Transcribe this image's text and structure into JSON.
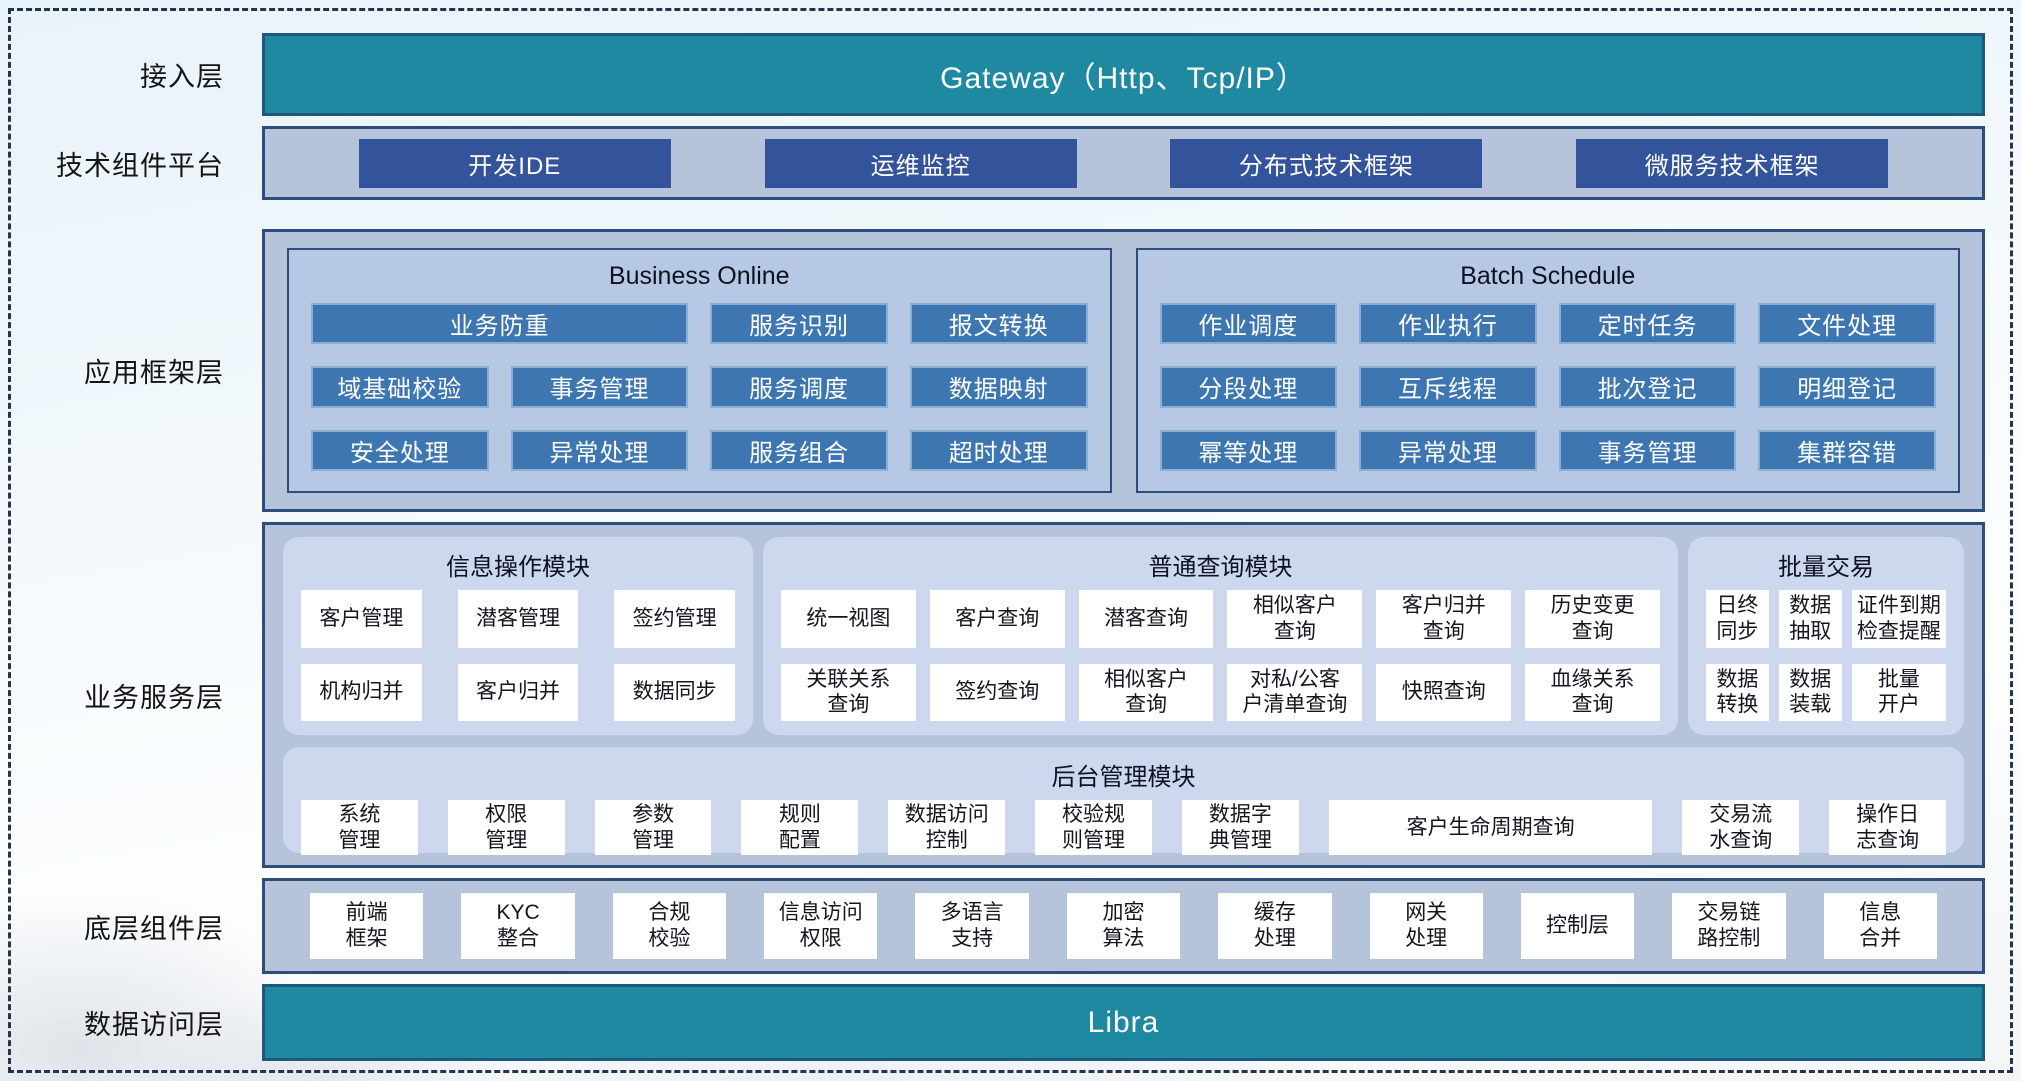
{
  "access_layer": {
    "label": "接入层",
    "gateway_text": "Gateway（Http、Tcp/IP）"
  },
  "tech_platform": {
    "label": "技术组件平台",
    "buttons": [
      "开发IDE",
      "运维监控",
      "分布式技术框架",
      "微服务技术框架"
    ]
  },
  "app_framework": {
    "label": "应用框架层",
    "sections": [
      {
        "title": "Business Online",
        "buttons": [
          {
            "text": "业务防重",
            "span": 2
          },
          {
            "text": "服务识别"
          },
          {
            "text": "报文转换"
          },
          {
            "text": "域基础校验"
          },
          {
            "text": "事务管理"
          },
          {
            "text": "服务调度"
          },
          {
            "text": "数据映射"
          },
          {
            "text": "安全处理"
          },
          {
            "text": "异常处理"
          },
          {
            "text": "服务组合"
          },
          {
            "text": "超时处理"
          }
        ]
      },
      {
        "title": "Batch Schedule",
        "buttons": [
          {
            "text": "作业调度"
          },
          {
            "text": "作业执行"
          },
          {
            "text": "定时任务"
          },
          {
            "text": "文件处理"
          },
          {
            "text": "分段处理"
          },
          {
            "text": "互斥线程"
          },
          {
            "text": "批次登记"
          },
          {
            "text": "明细登记"
          },
          {
            "text": "幂等处理"
          },
          {
            "text": "异常处理"
          },
          {
            "text": "事务管理"
          },
          {
            "text": "集群容错"
          }
        ]
      }
    ]
  },
  "business_service": {
    "label": "业务服务层",
    "modules": [
      {
        "title": "信息操作模块",
        "cells": [
          "客户管理",
          "潜客管理",
          "签约管理",
          "机构归并",
          "客户归并",
          "数据同步"
        ]
      },
      {
        "title": "普通查询模块",
        "cells": [
          "统一视图",
          "客户查询",
          "潜客查询",
          "相似客户\n查询",
          "客户归并\n查询",
          "历史变更\n查询",
          "关联关系\n查询",
          "签约查询",
          "相似客户\n查询",
          "对私/公客\n户清单查询",
          "快照查询",
          "血缘关系\n查询"
        ]
      },
      {
        "title": "批量交易",
        "cells": [
          "日终\n同步",
          "数据\n抽取",
          "证件到期\n检查提醒",
          "数据\n转换",
          "数据\n装载",
          "批量\n开户"
        ]
      }
    ],
    "admin_module": {
      "title": "后台管理模块",
      "cells": [
        {
          "text": "系统\n管理"
        },
        {
          "text": "权限\n管理"
        },
        {
          "text": "参数\n管理"
        },
        {
          "text": "规则\n配置"
        },
        {
          "text": "数据访问\n控制"
        },
        {
          "text": "校验规\n则管理"
        },
        {
          "text": "数据字\n典管理"
        },
        {
          "text": "客户生命周期查询",
          "wide": true
        },
        {
          "text": "交易流\n水查询"
        },
        {
          "text": "操作日\n志查询"
        }
      ]
    }
  },
  "base_components": {
    "label": "底层组件层",
    "cells": [
      "前端\n框架",
      "KYC\n整合",
      "合规\n校验",
      "信息访问\n权限",
      "多语言\n支持",
      "加密\n算法",
      "缓存\n处理",
      "网关\n处理",
      "控制层",
      "交易链\n路控制",
      "信息\n合并"
    ]
  },
  "data_access": {
    "label": "数据访问层",
    "bar_text": "Libra"
  },
  "colors": {
    "teal_bar": "#1e89a0",
    "teal_border": "#1d5a7a",
    "navy_border": "#2d4d7c",
    "dark_button": "#33539a",
    "medium_button": "#3e76b1",
    "panel_bg": "#b5c4da",
    "inner_panel_bg": "#b7c8e4",
    "module_bg": "#cdd8ef",
    "cell_bg": "#ffffff"
  }
}
